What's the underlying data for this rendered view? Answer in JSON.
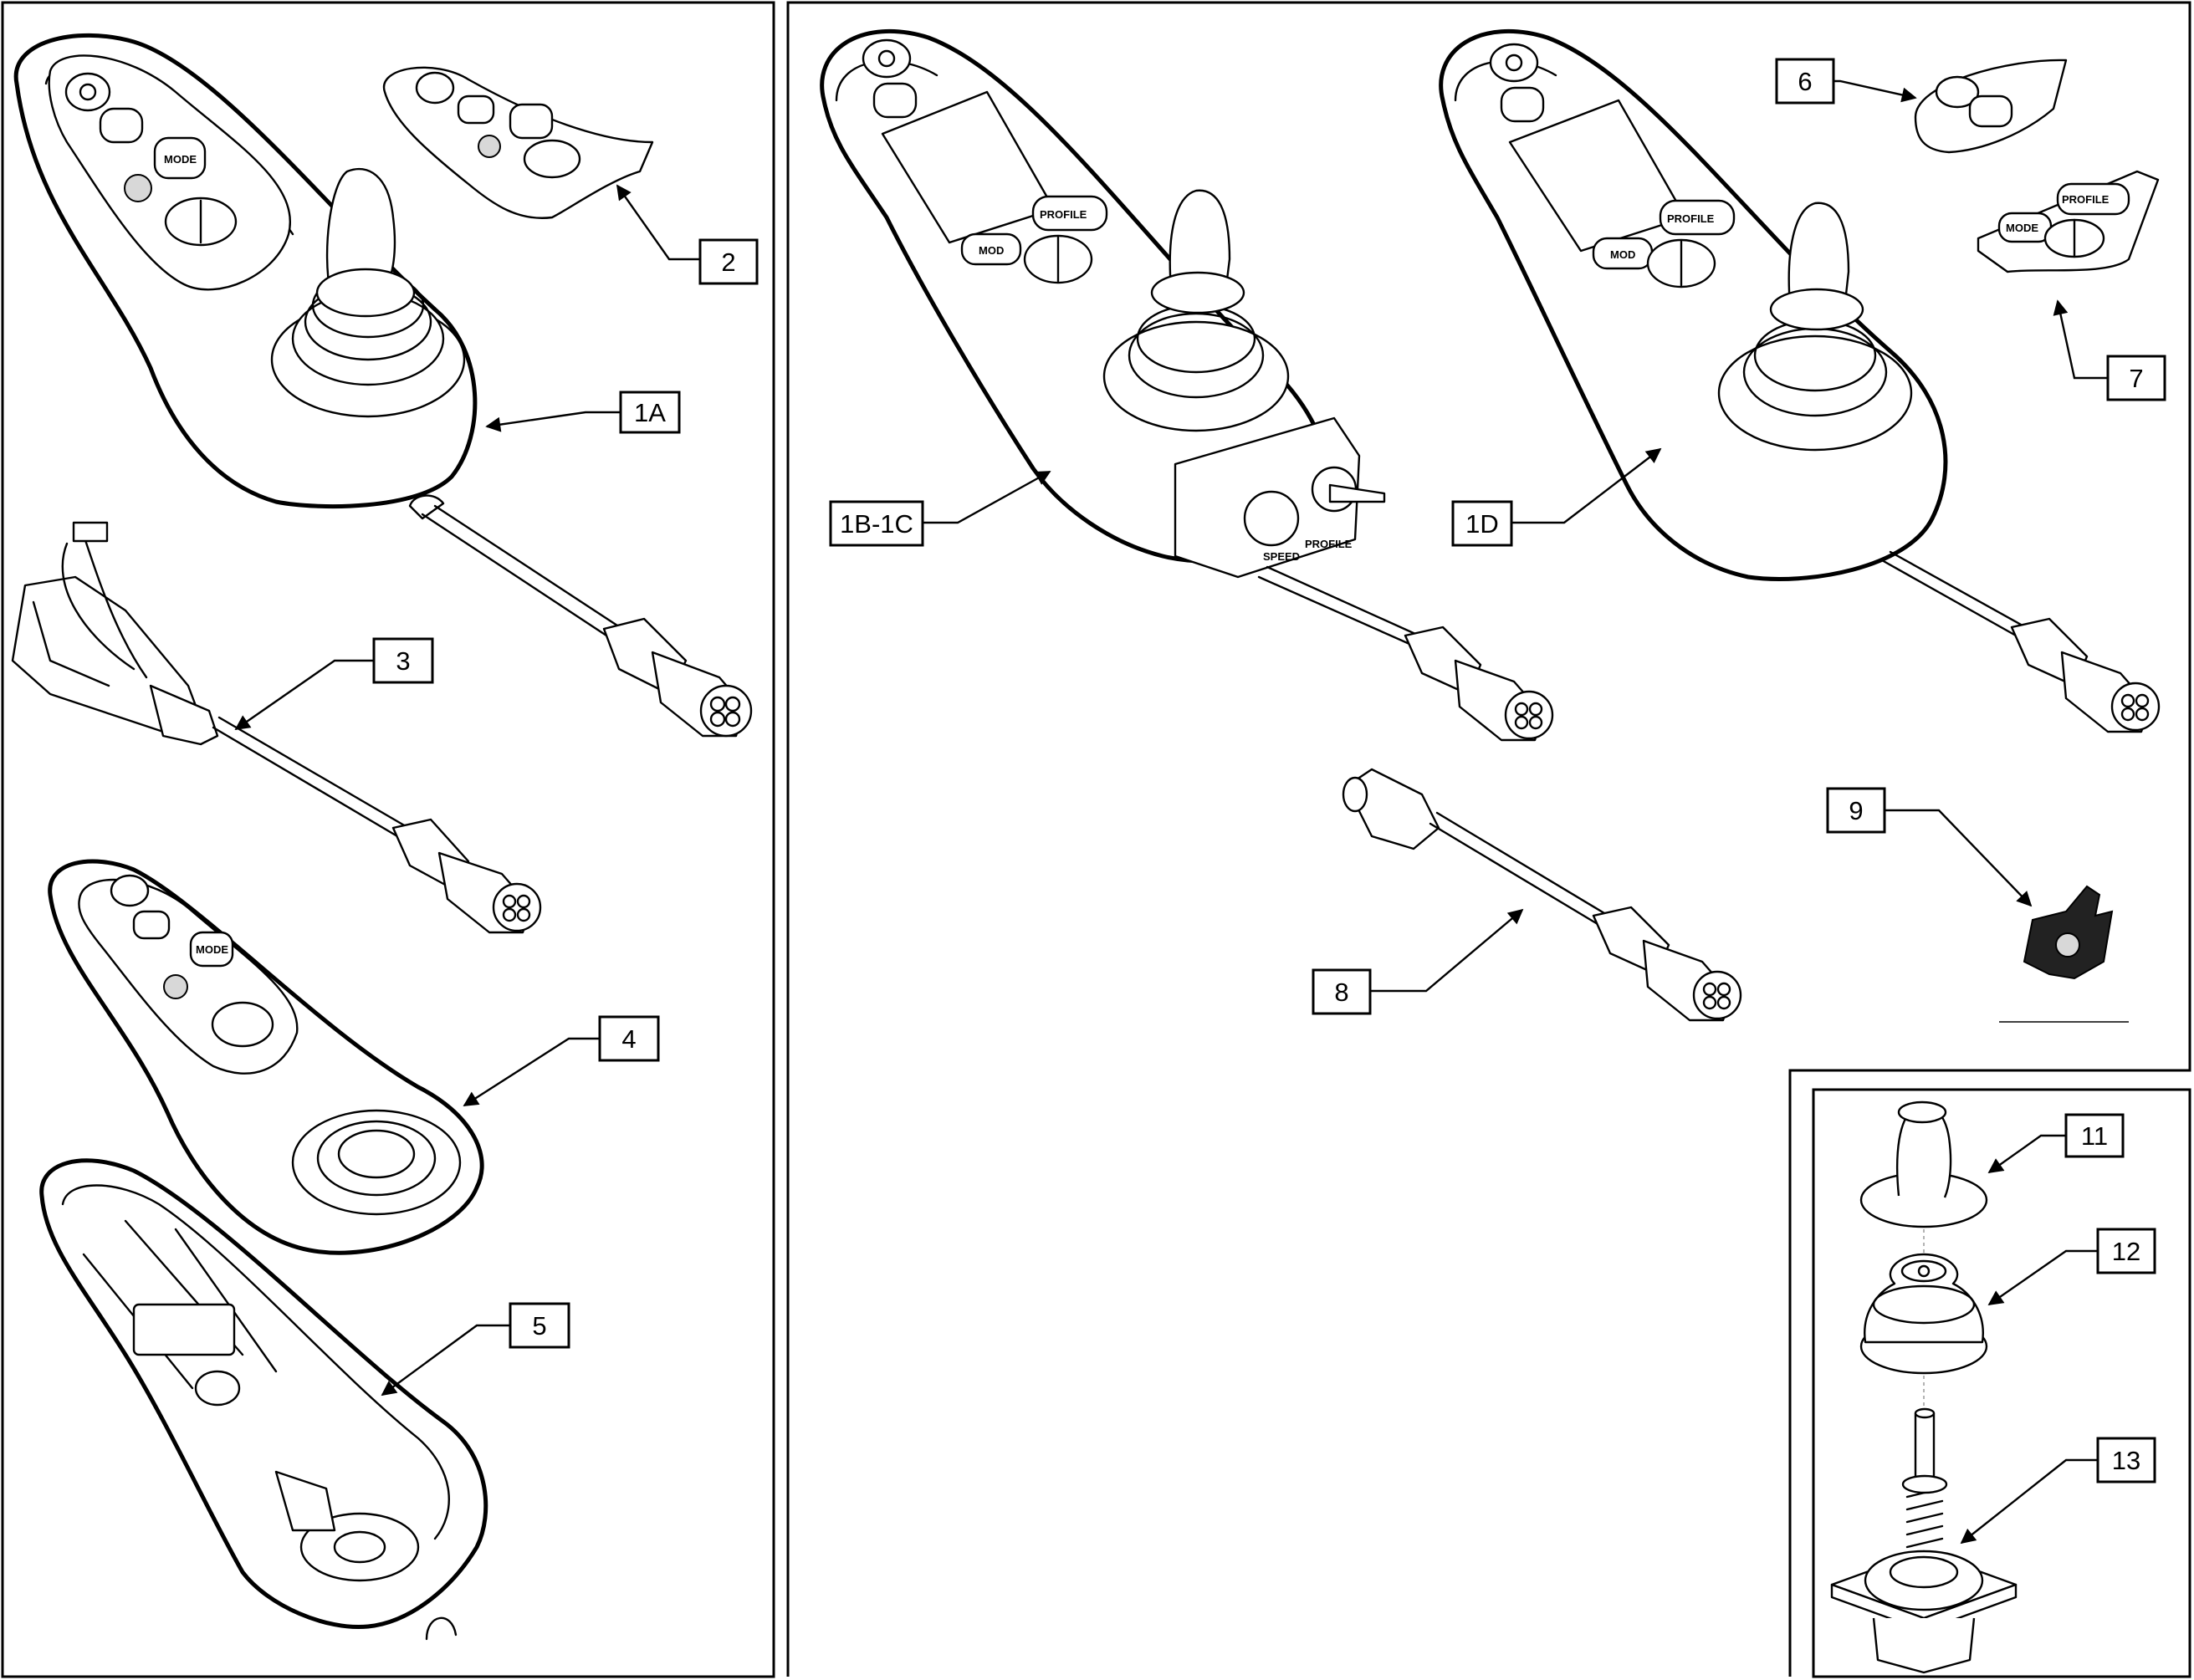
{
  "callouts": [
    {
      "id": "2",
      "label": "2"
    },
    {
      "id": "1A",
      "label": "1A"
    },
    {
      "id": "3",
      "label": "3"
    },
    {
      "id": "4",
      "label": "4"
    },
    {
      "id": "5",
      "label": "5"
    },
    {
      "id": "1B-1C",
      "label": "1B-1C"
    },
    {
      "id": "1D",
      "label": "1D"
    },
    {
      "id": "6",
      "label": "6"
    },
    {
      "id": "7",
      "label": "7"
    },
    {
      "id": "8",
      "label": "8"
    },
    {
      "id": "9",
      "label": "9"
    },
    {
      "id": "11",
      "label": "11"
    },
    {
      "id": "12",
      "label": "12"
    },
    {
      "id": "13",
      "label": "13"
    }
  ],
  "button_labels": {
    "mode": "MODE",
    "mod": "MOD",
    "profile": "PROFILE",
    "speed": "SPEED"
  }
}
